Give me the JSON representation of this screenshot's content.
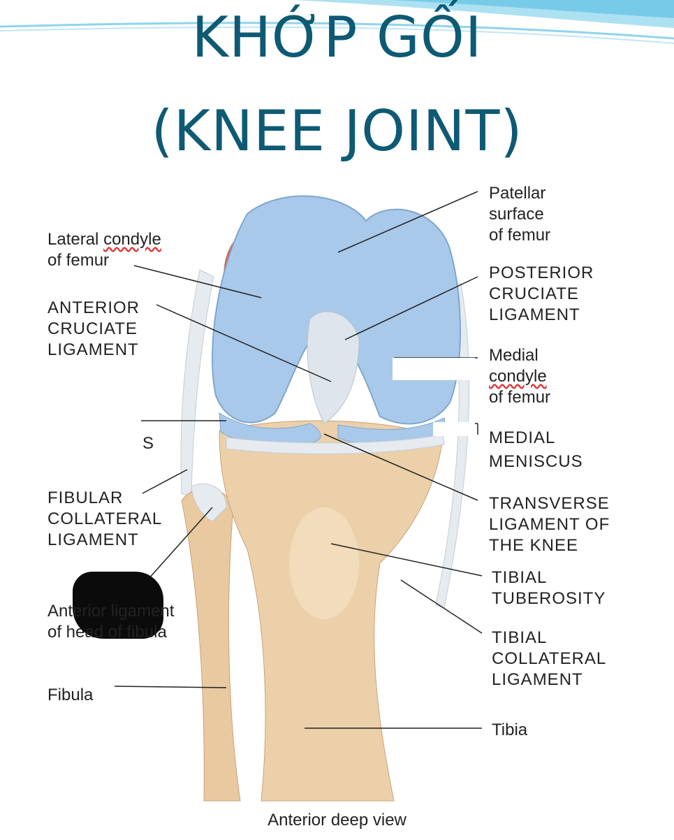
{
  "slide": {
    "title_line1": "KHỚP GỐI",
    "title_line2": "(KNEE JOINT)",
    "title_color": "#0e5a74",
    "accent_color": "#7fd3ee"
  },
  "figure": {
    "labels_left": {
      "lateral_condyle_a": "Lateral",
      "lateral_condyle_b": "condyle",
      "lateral_condyle_c": "of femur",
      "acl": "ANTERIOR\nCRUCIATE\nLIGAMENT",
      "lateral_meniscus_partial": "S",
      "fibular_collateral": "FIBULAR\nCOLLATERAL\nLIGAMENT",
      "anterior_ligament_fibula": "Anterior ligament\nof head of fibula",
      "fibula": "Fibula"
    },
    "labels_right": {
      "patellar_surface": "Patellar\nsurface\nof femur",
      "pcl": "POSTERIOR\nCRUCIATE\nLIGAMENT",
      "medial_condyle_a": "Medial",
      "medial_condyle_b": "condyle",
      "medial_condyle_c": "of femur",
      "medial_meniscus": "MEDIAL\nMENISCUS",
      "transverse_ligament": "TRANSVERSE\nLIGAMENT  OF\nTHE KNEE",
      "tibial_tuberosity": "TIBIAL\nTUBEROSITY",
      "tibial_collateral": "TIBIAL\nCOLLATERAL\nLIGAMENT",
      "tibia": "Tibia"
    },
    "caption": "Anterior deep view",
    "colors": {
      "femur": "#a9c9ea",
      "ligament": "#e6ebf0",
      "bone": "#e9c9a0",
      "muscle": "#d9604a"
    }
  }
}
